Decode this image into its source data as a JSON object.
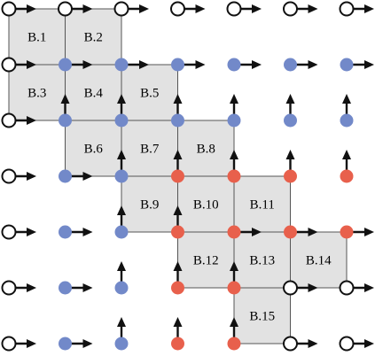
{
  "colors": {
    "blue": "#7289c9",
    "red": "#e8604c",
    "open": "#ffffff",
    "cell_fill": "#dcdcdc",
    "cell_stroke": "#555555",
    "arrow": "#111111"
  },
  "grid": {
    "cols": 7,
    "rows": 7,
    "node_states": [
      [
        "open",
        "open",
        "open",
        "open",
        "open",
        "open",
        "open"
      ],
      [
        "open",
        "blue",
        "blue",
        "blue",
        "blue",
        "blue",
        "blue"
      ],
      [
        "open",
        "blue",
        "blue",
        "blue",
        "blue",
        "blue",
        "blue"
      ],
      [
        "open",
        "blue",
        "blue",
        "red",
        "red",
        "red",
        "red"
      ],
      [
        "open",
        "blue",
        "blue",
        "red",
        "red",
        "red",
        "red"
      ],
      [
        "open",
        "blue",
        "blue",
        "red",
        "red",
        "open",
        "open"
      ],
      [
        "open",
        "blue",
        "blue",
        "red",
        "red",
        "open",
        "open"
      ]
    ],
    "arrow_dirs": [
      [
        "right",
        "right",
        "right",
        "right",
        "right",
        "right",
        "right"
      ],
      [
        "right",
        "right",
        "right",
        "right",
        "right",
        "right",
        "right"
      ],
      [
        "right",
        "up",
        "up",
        "up",
        "up",
        "up",
        "up"
      ],
      [
        "right",
        "right",
        "up",
        "up",
        "up",
        "up",
        "up"
      ],
      [
        "right",
        "right",
        "up",
        "up",
        "right",
        "right",
        "right"
      ],
      [
        "right",
        "right",
        "up",
        "up",
        "up",
        "right",
        "right"
      ],
      [
        "right",
        "right",
        "up",
        "up",
        "up",
        "right",
        "right"
      ]
    ]
  },
  "cells": [
    {
      "label": "B.1",
      "row": 0,
      "col": 0
    },
    {
      "label": "B.2",
      "row": 0,
      "col": 1
    },
    {
      "label": "B.3",
      "row": 1,
      "col": 0
    },
    {
      "label": "B.4",
      "row": 1,
      "col": 1
    },
    {
      "label": "B.5",
      "row": 1,
      "col": 2
    },
    {
      "label": "B.6",
      "row": 2,
      "col": 1
    },
    {
      "label": "B.7",
      "row": 2,
      "col": 2
    },
    {
      "label": "B.8",
      "row": 2,
      "col": 3
    },
    {
      "label": "B.9",
      "row": 3,
      "col": 2
    },
    {
      "label": "B.10",
      "row": 3,
      "col": 3
    },
    {
      "label": "B.11",
      "row": 3,
      "col": 4
    },
    {
      "label": "B.12",
      "row": 4,
      "col": 3
    },
    {
      "label": "B.13",
      "row": 4,
      "col": 4
    },
    {
      "label": "B.14",
      "row": 4,
      "col": 5
    },
    {
      "label": "B.15",
      "row": 5,
      "col": 4
    }
  ]
}
